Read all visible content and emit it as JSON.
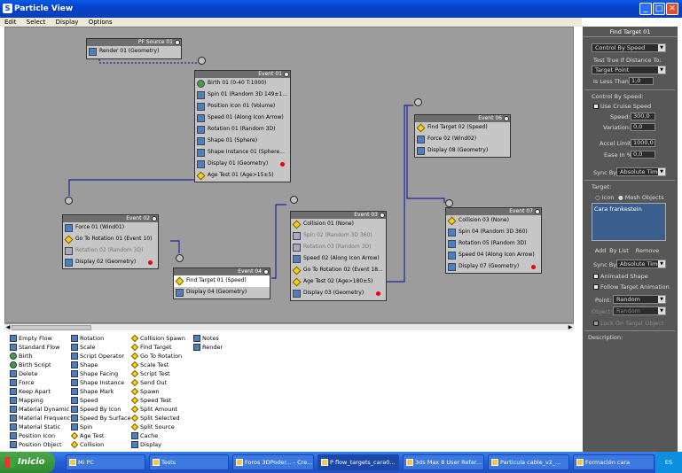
{
  "window": {
    "title": "Particle View",
    "min": "_",
    "max": "□",
    "close": "✕"
  },
  "menu": [
    "Edit",
    "Select",
    "Display",
    "Options"
  ],
  "source": {
    "header": "PF Source 01",
    "row": "Render 01 (Geometry)"
  },
  "event01": {
    "header": "Event 01",
    "rows": [
      "Birth 01 (0-40 T:1000)",
      "Spin 01 (Random 3D 149±1...",
      "Position Icon 01 (Volume)",
      "Speed 01 (Along Icon Arrow)",
      "Rotation 01 (Random 3D)",
      "Shape 01 (Sphere)",
      "Shape Instance 01 (Sphere...",
      "Display 01 (Geometry)",
      "Age Test 01 (Age>15±5)"
    ]
  },
  "event02": {
    "header": "Event 02",
    "rows": [
      "Force 01 (Wind01)",
      "Go To Rotation 01 (Event 10)",
      "Rotation 02 (Random 3D)",
      "Display 02 (Geometry)"
    ]
  },
  "event03": {
    "header": "Event 03",
    "rows": [
      "Collision 01 (None)",
      "Spin 02 (Random 3D 360)",
      "Rotation 03 (Random 3D)",
      "Speed 02 (Along Icon Arrow)",
      "Go To Rotation 02 (Event 18...",
      "Age Test 02 (Age>180±5)",
      "Display 03 (Geometry)"
    ]
  },
  "event04": {
    "header": "Event 04",
    "rows": [
      "Find Target 01 (Speed)",
      "Display 04 (Geometry)"
    ]
  },
  "event06": {
    "header": "Event 06",
    "rows": [
      "Find Target 02 (Speed)",
      "Force 02 (Wind02)",
      "Display 08 (Geometry)"
    ]
  },
  "event07": {
    "header": "Event 07",
    "rows": [
      "Collision 03 (None)",
      "Spin 04 (Random 3D 360)",
      "Rotation 05 (Random 3D)",
      "Speed 04 (Along Icon Arrow)",
      "Display 07 (Geometry)"
    ]
  },
  "depot": {
    "col1": [
      "Empty Flow",
      "Standard Flow",
      "Birth",
      "Birth Script",
      "Delete",
      "Force",
      "Keep Apart",
      "Mapping",
      "Material Dynamic",
      "Material Frequency",
      "Material Static",
      "Position Icon",
      "Position Object"
    ],
    "col2": [
      "Rotation",
      "Scale",
      "Script Operator",
      "Shape",
      "Shape Facing",
      "Shape Instance",
      "Shape Mark",
      "Speed",
      "Speed By Icon",
      "Speed By Surface",
      "Spin",
      "Age Test",
      "Collision"
    ],
    "col3": [
      "Collision Spawn",
      "Find Target",
      "Go To Rotation",
      "Scale Test",
      "Script Test",
      "Send Out",
      "Spawn",
      "Speed Test",
      "Split Amount",
      "Split Selected",
      "Split Source",
      "Cache",
      "Display"
    ],
    "col4": [
      "Notes",
      "Render"
    ]
  },
  "panel": {
    "title": "Find Target 01",
    "mode": "Control By Speed",
    "test_true_label": "Test True If Distance To:",
    "target_point": "Target Point",
    "is_less_than": "Is Less Than:",
    "is_less_val": "1,0",
    "control_by_speed": "Control By Speed:",
    "use_cruise": "Use Cruise Speed",
    "speed_label": "Speed:",
    "speed_val": "300,0",
    "variation_label": "Variation:",
    "variation_val": "0,0",
    "accel_label": "Accel Limit:",
    "accel_val": "1000,0",
    "ease_label": "Ease In %",
    "ease_val": "0,0",
    "sync_label": "Sync By:",
    "sync_val": "Absolute Time",
    "target_label": "Target:",
    "icon_opt": "Icon",
    "mesh_opt": "Mesh Objects",
    "target_item": "Cara frankestein",
    "add": "Add",
    "by_list": "By List",
    "remove": "Remove",
    "sync2_label": "Sync By:",
    "sync2_val": "Absolute Time",
    "animated_shape": "Animated Shape",
    "follow_target": "Follow Target Animation",
    "point_label": "Point:",
    "point_val": "Random",
    "object_label": "Object:",
    "object_val": "Random",
    "lock_label": "Lock On Target Object",
    "description": "Description:"
  },
  "taskbar": {
    "start": "Inicio",
    "tasks": [
      "Mi PC",
      "Tests",
      "Foros 3DPoder... - Cre...",
      "P flow_targets_cara0...",
      "3ds Max 8 User Refer...",
      "Particula cable_v2_...",
      "Formación cara"
    ],
    "tray": "ES"
  }
}
